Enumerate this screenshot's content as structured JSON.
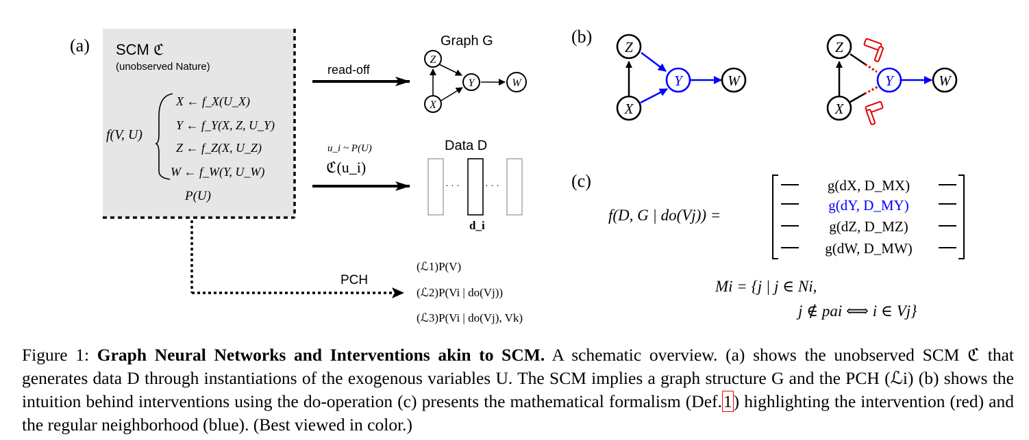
{
  "figure": {
    "panel_a": {
      "label": "(a)",
      "scm_title": "SCM ℭ",
      "scm_subtitle": "(unobserved Nature)",
      "function_label": "f(V, U)",
      "equations": [
        "X ← f_X(U_X)",
        "Y ← f_Y(X, Z, U_Y)",
        "Z ← f_Z(X, U_Z)",
        "W ← f_W(Y, U_W)"
      ],
      "prob_label": "P(U)",
      "readoff_label": "read-off",
      "graph_title": "Graph G",
      "graph_nodes": [
        "Z",
        "Y",
        "W",
        "X"
      ],
      "sample_label": "u_i ~ P(U)",
      "sample_label2": "ℭ(u_i)",
      "data_title": "Data D",
      "data_dots": "· · ·",
      "data_item_label": "d_i",
      "pch_label": "PCH",
      "pch_levels": [
        "(ℒ1)P(V)",
        "(ℒ2)P(Vi | do(Vj))",
        "(ℒ3)P(Vi | do(Vj), Vk)"
      ]
    },
    "panel_b": {
      "label": "(b)",
      "nodes": [
        "Z",
        "Y",
        "W",
        "X"
      ]
    },
    "panel_c": {
      "label": "(c)",
      "lhs": "f(D, G | do(Vj)) =",
      "rows": [
        "g(dX, D_MX)",
        "g(dY, D_MY)",
        "g(dZ, D_MZ)",
        "g(dW, D_MW)"
      ],
      "set_def_line1": "Mi = {j | j ∈ Ni,",
      "set_def_line2": "j ∉ pai ⟺ i ∈ Vj}"
    },
    "colors": {
      "intervention": "#dd0000",
      "neighborhood": "#0000ff",
      "scm_box": "#e6e6e6"
    }
  },
  "caption": {
    "prefix": "Figure 1:",
    "title": "Graph Neural Networks and Interventions akin to SCM.",
    "text_1": "A schematic overview. (a) shows the unobserved SCM ℭ that generates data D through instantiations of the exogenous variables U. The SCM implies a graph structure G and the PCH (ℒi) (b) shows the intuition behind interventions using the do-operation (c) presents the mathematical formalism (Def.",
    "ref": "1",
    "text_2": ") highlighting the intervention (red) and the regular neighborhood (blue). (Best viewed in color.)"
  }
}
